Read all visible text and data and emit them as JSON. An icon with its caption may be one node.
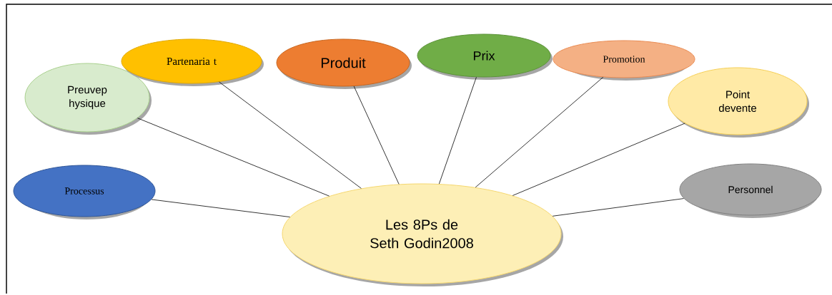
{
  "diagram": {
    "nodes": [
      {
        "text": [
          "Les 8Ps de Seth Godin2008"
        ]
      },
      {
        "text": [
          "Preuvep hysique"
        ]
      },
      {
        "text": [
          "Partenaria t"
        ]
      },
      {
        "text": [
          "Produit"
        ]
      },
      {
        "text": [
          "Prix"
        ]
      },
      {
        "text": [
          "Promotion"
        ]
      },
      {
        "text": [
          "Point devente"
        ]
      },
      {
        "text": [
          "Processus"
        ]
      },
      {
        "text": [
          "Personnel"
        ]
      }
    ],
    "edges": [
      {
        "from": 0,
        "to": 1,
        "arrow": "none"
      },
      {
        "from": 0,
        "to": 2,
        "arrow": "none"
      },
      {
        "from": 0,
        "to": 3,
        "arrow": "none"
      },
      {
        "from": 0,
        "to": 4,
        "arrow": "none"
      },
      {
        "from": 0,
        "to": 5,
        "arrow": "none"
      },
      {
        "from": 0,
        "to": 6,
        "arrow": "none"
      },
      {
        "from": 0,
        "to": 7,
        "arrow": "none"
      },
      {
        "from": 0,
        "to": 8,
        "arrow": "none"
      }
    ]
  }
}
